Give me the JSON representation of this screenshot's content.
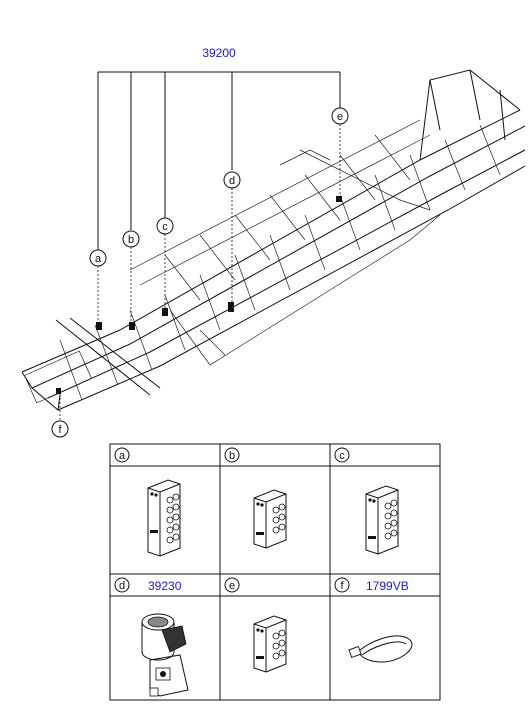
{
  "main_part_number": "39200",
  "callouts_on_frame": [
    "a",
    "b",
    "c",
    "d",
    "e",
    "f"
  ],
  "table": {
    "rows": [
      [
        {
          "letter": "a",
          "part": ""
        },
        {
          "letter": "b",
          "part": ""
        },
        {
          "letter": "c",
          "part": ""
        }
      ],
      [
        {
          "letter": "d",
          "part": "39230"
        },
        {
          "letter": "e",
          "part": ""
        },
        {
          "letter": "f",
          "part": "1799VB"
        }
      ]
    ]
  },
  "colors": {
    "part_number": "#1a1ad6",
    "line": "#111111"
  }
}
